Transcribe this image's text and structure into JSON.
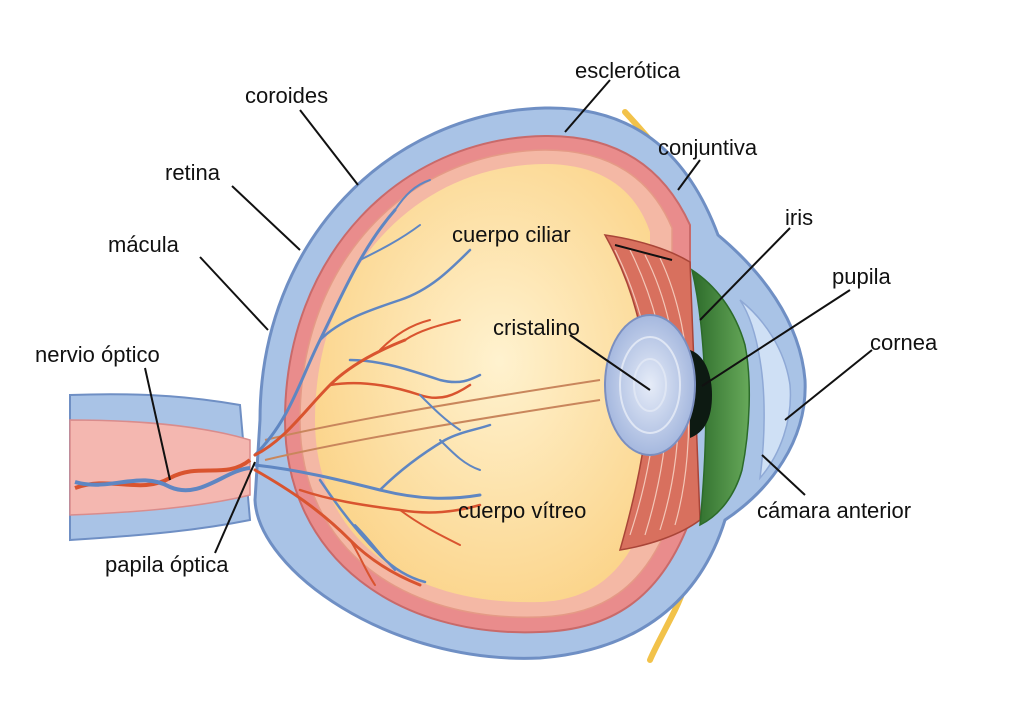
{
  "diagram": {
    "labels": {
      "esclerotica": "esclerótica",
      "coroides": "coroides",
      "conjuntiva": "conjuntiva",
      "retina": "retina",
      "iris": "iris",
      "cuerpo_ciliar": "cuerpo ciliar",
      "macula": "mácula",
      "pupila": "pupila",
      "cristalino": "cristalino",
      "cornea": "cornea",
      "nervio_optico": "nervio óptico",
      "cuerpo_vitreo": "cuerpo vítreo",
      "camara_anterior": "cámara anterior",
      "papila_optica": "papila óptica"
    },
    "colors": {
      "sclera": "#a9c3e6",
      "sclera_edge": "#6f8fc4",
      "choroid": "#e98c8c",
      "retina": "#f4b8a5",
      "vitreous": "#fde3a6",
      "vitreous_light": "#fff2cf",
      "iris": "#3f8a3a",
      "pupil": "#0d1a12",
      "lens": "#b9c8e8",
      "ciliary": "#cf5a4a",
      "conjunctiva": "#f2c24a",
      "vein": "#5f86c2",
      "artery": "#d9542f"
    }
  }
}
